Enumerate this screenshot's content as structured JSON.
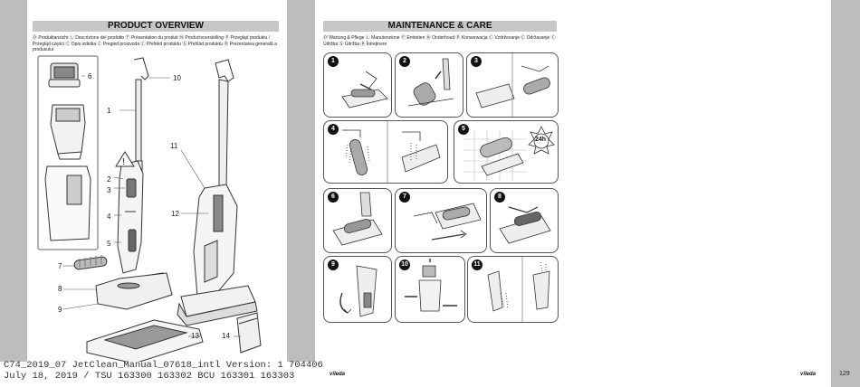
{
  "left_page": {
    "title": "PRODUCT OVERVIEW",
    "languages": "Ⓓ Produktansicht Ⓛ Descrizione del prodotto Ⓕ Présentation du produit Ⓝ Productvoorstelling Ⓟ Przegląd produktu / Przegląd części Ⓒ Opis izdelka Ⓒ Pregled proizvoda Ⓒ Přehled produktu Ⓢ Přehlád produktu Ⓡ Prezentarea generală a produsului",
    "callouts": [
      "6",
      "10",
      "1",
      "11",
      "2",
      "3",
      "12",
      "4",
      "5",
      "7",
      "8",
      "9",
      "13",
      "14"
    ]
  },
  "right_page": {
    "title": "MAINTENANCE & CARE",
    "languages": "Ⓓ Wartung & Pflege Ⓛ Manutenzione Ⓕ Entretien Ⓝ Onderhoud Ⓟ Konserwacja Ⓒ Vzdrževanje Ⓒ Održavanje Ⓒ Údržba Ⓢ Údržba Ⓡ Întreținere",
    "steps": [
      "1",
      "2",
      "3",
      "4",
      "5",
      "6",
      "7",
      "8",
      "9",
      "10",
      "11"
    ],
    "badge_24h": "24h"
  },
  "footer": {
    "line1": "C74_2019_07 JetClean_Manual_07618_intl Version: 1 704406",
    "line2": "July 18, 2019 / TSU 163300 163302 BCU 163301 163303"
  },
  "brand": "vileda",
  "page_number": "129"
}
